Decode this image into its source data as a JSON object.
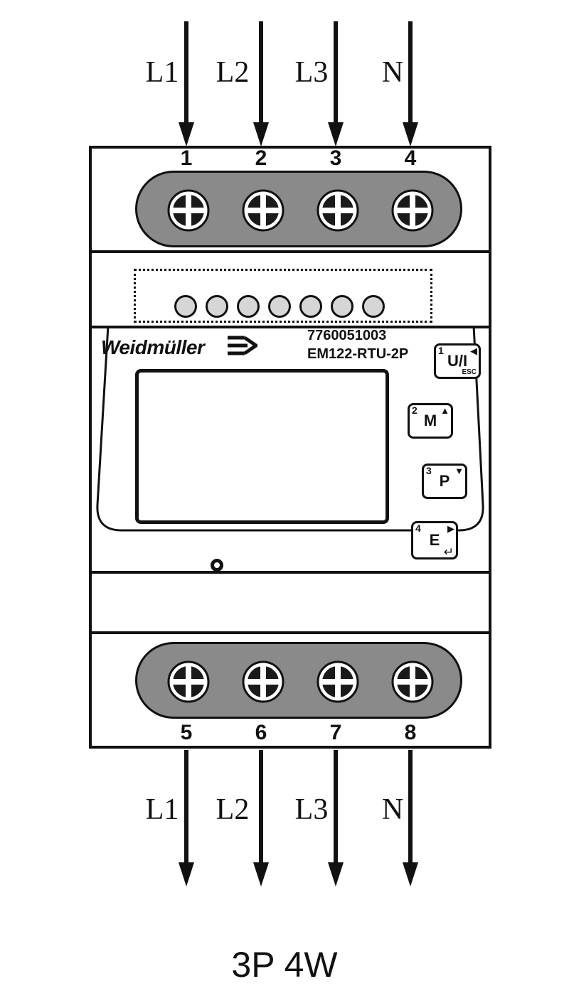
{
  "colors": {
    "line": "#111111",
    "terminal_block": "#8a8a8a",
    "led_circle": "#d6d6d6",
    "bg": "#ffffff"
  },
  "incoming_labels": [
    "L1",
    "L2",
    "L3",
    "N"
  ],
  "outgoing_labels": [
    "L1",
    "L2",
    "L3",
    "N"
  ],
  "top_terminals": [
    "1",
    "2",
    "3",
    "4"
  ],
  "bottom_terminals": [
    "5",
    "6",
    "7",
    "8"
  ],
  "meter": {
    "brand": "Weidmüller",
    "part_number": "7760051003",
    "model": "EM122-RTU-2P"
  },
  "buttons": [
    {
      "index": "1",
      "label": "U/I",
      "arrow": "◀",
      "sub": "ESC"
    },
    {
      "index": "2",
      "label": "M",
      "arrow": "▲",
      "sub": ""
    },
    {
      "index": "3",
      "label": "P",
      "arrow": "▼",
      "sub": ""
    },
    {
      "index": "4",
      "label": "E",
      "arrow": "▶",
      "sub": "↵"
    }
  ],
  "caption": "3P 4W"
}
